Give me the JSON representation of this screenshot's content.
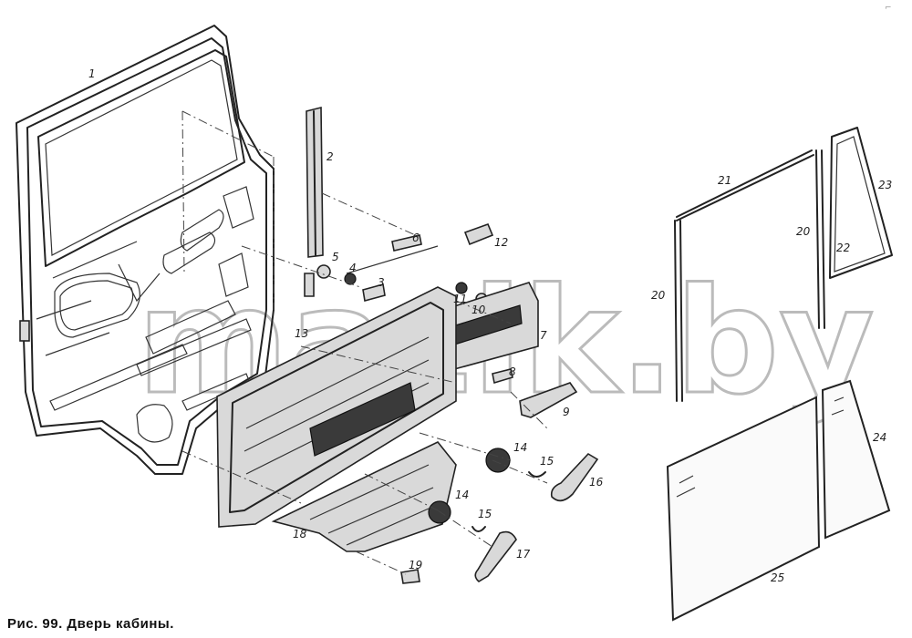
{
  "caption": "Рис. 99. Дверь кабины.",
  "watermark": "mazik.by",
  "corner_mark": "⌐",
  "callouts": [
    {
      "id": "n1",
      "text": "1"
    },
    {
      "id": "n2",
      "text": "2"
    },
    {
      "id": "n3",
      "text": "3"
    },
    {
      "id": "n4",
      "text": "4"
    },
    {
      "id": "n5",
      "text": "5"
    },
    {
      "id": "n6",
      "text": "6"
    },
    {
      "id": "n7",
      "text": "7"
    },
    {
      "id": "n8",
      "text": "8"
    },
    {
      "id": "n9",
      "text": "9"
    },
    {
      "id": "n10",
      "text": "10"
    },
    {
      "id": "n11",
      "text": "11"
    },
    {
      "id": "n12",
      "text": "12"
    },
    {
      "id": "n13",
      "text": "13"
    },
    {
      "id": "n14a",
      "text": "14"
    },
    {
      "id": "n14b",
      "text": "14"
    },
    {
      "id": "n15a",
      "text": "15"
    },
    {
      "id": "n15b",
      "text": "15"
    },
    {
      "id": "n16",
      "text": "16"
    },
    {
      "id": "n17",
      "text": "17"
    },
    {
      "id": "n18",
      "text": "18"
    },
    {
      "id": "n19",
      "text": "19"
    },
    {
      "id": "n20a",
      "text": "20"
    },
    {
      "id": "n20b",
      "text": "20"
    },
    {
      "id": "n21",
      "text": "21"
    },
    {
      "id": "n22",
      "text": "22"
    },
    {
      "id": "n23",
      "text": "23"
    },
    {
      "id": "n24",
      "text": "24"
    },
    {
      "id": "n25",
      "text": "25"
    }
  ]
}
